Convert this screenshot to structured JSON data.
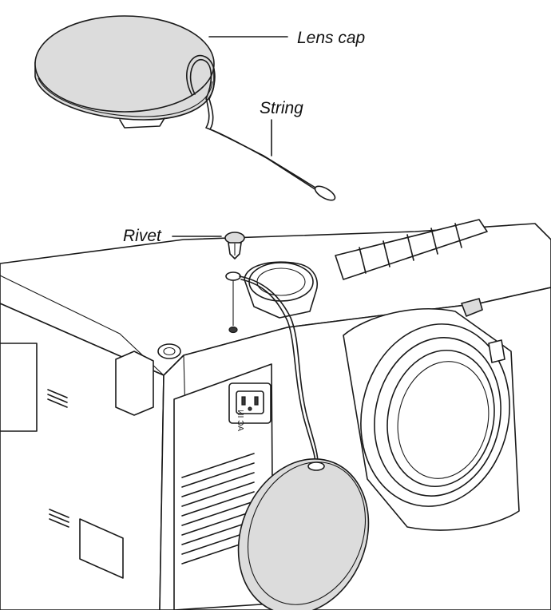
{
  "labels": {
    "lens_cap": "Lens cap",
    "string": "String",
    "rivet": "Rivet"
  },
  "connector_text": "AC IN",
  "colors": {
    "cap_fill": "#dcdcdc",
    "line": "#1a1a1a",
    "background": "#ffffff"
  }
}
